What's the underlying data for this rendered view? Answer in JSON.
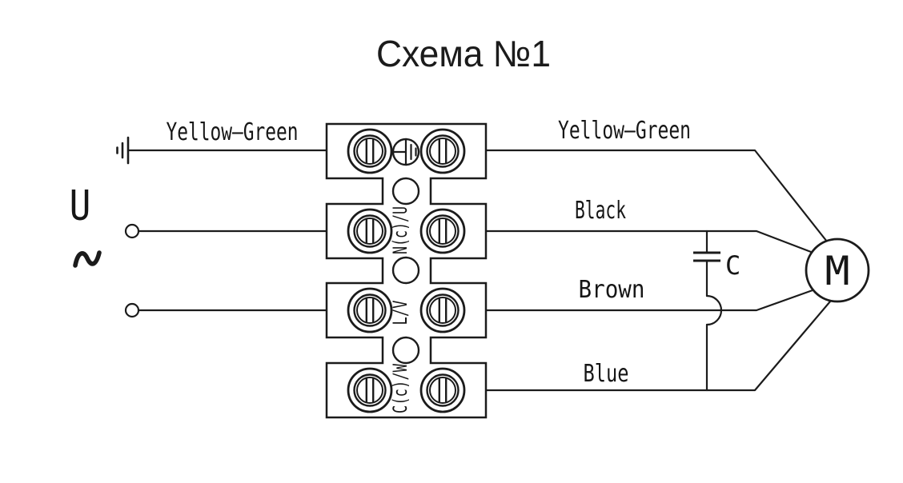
{
  "title": "Схема №1",
  "power_source": {
    "voltage_label": "U",
    "ac_symbol": "~"
  },
  "wire_labels": {
    "earth_left": "Yellow—Green",
    "earth_right": "Yellow—Green",
    "phase_n": "Black",
    "phase_l": "Brown",
    "phase_c": "Blue"
  },
  "terminal_strip": {
    "row_labels": [
      "N(c)/U",
      "L/V",
      "C(c)/W"
    ]
  },
  "capacitor": {
    "label": "C"
  },
  "motor": {
    "label": "M"
  },
  "colors": {
    "line": "#1b1b1b",
    "background": "#ffffff"
  }
}
